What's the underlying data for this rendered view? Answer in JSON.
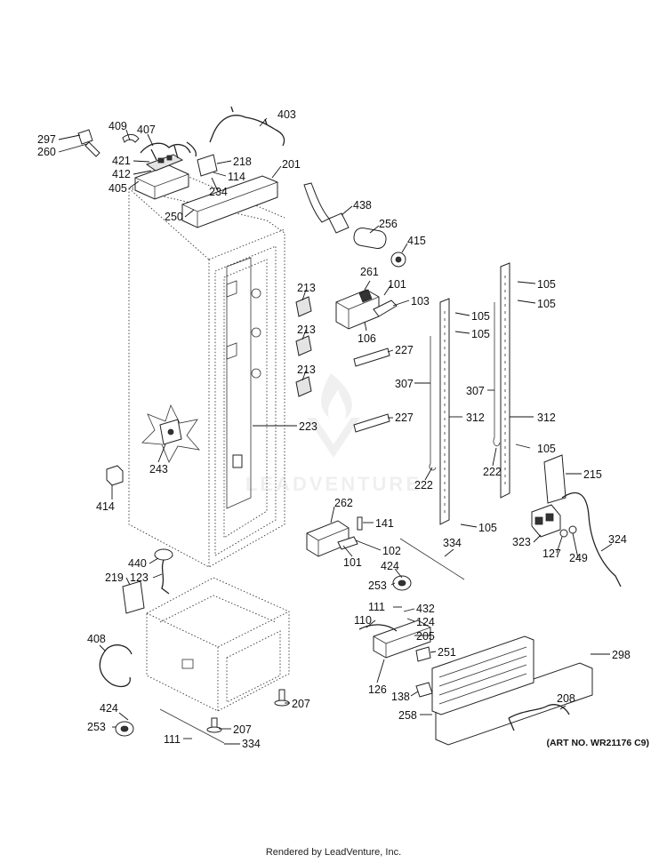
{
  "art_number": "(ART NO. WR21176 C9)",
  "footer_text": "Rendered by LeadVenture, Inc.",
  "watermark_text": "LEADVENTURE",
  "callouts": [
    {
      "id": "c297",
      "label": "297"
    },
    {
      "id": "c260",
      "label": "260"
    },
    {
      "id": "c409",
      "label": "409"
    },
    {
      "id": "c407",
      "label": "407"
    },
    {
      "id": "c421",
      "label": "421"
    },
    {
      "id": "c412",
      "label": "412"
    },
    {
      "id": "c405",
      "label": "405"
    },
    {
      "id": "c403",
      "label": "403"
    },
    {
      "id": "c218",
      "label": "218"
    },
    {
      "id": "c114",
      "label": "114"
    },
    {
      "id": "c234",
      "label": "234"
    },
    {
      "id": "c201",
      "label": "201"
    },
    {
      "id": "c250",
      "label": "250"
    },
    {
      "id": "c438",
      "label": "438"
    },
    {
      "id": "c256",
      "label": "256"
    },
    {
      "id": "c415",
      "label": "415"
    },
    {
      "id": "c261",
      "label": "261"
    },
    {
      "id": "c101a",
      "label": "101"
    },
    {
      "id": "c103",
      "label": "103"
    },
    {
      "id": "c106",
      "label": "106"
    },
    {
      "id": "c213a",
      "label": "213"
    },
    {
      "id": "c213b",
      "label": "213"
    },
    {
      "id": "c213c",
      "label": "213"
    },
    {
      "id": "c227a",
      "label": "227"
    },
    {
      "id": "c227b",
      "label": "227"
    },
    {
      "id": "c223",
      "label": "223"
    },
    {
      "id": "c243",
      "label": "243"
    },
    {
      "id": "c414",
      "label": "414"
    },
    {
      "id": "c105a",
      "label": "105"
    },
    {
      "id": "c105b",
      "label": "105"
    },
    {
      "id": "c105c",
      "label": "105"
    },
    {
      "id": "c105d",
      "label": "105"
    },
    {
      "id": "c105e",
      "label": "105"
    },
    {
      "id": "c105f",
      "label": "105"
    },
    {
      "id": "c307a",
      "label": "307"
    },
    {
      "id": "c307b",
      "label": "307"
    },
    {
      "id": "c312a",
      "label": "312"
    },
    {
      "id": "c312b",
      "label": "312"
    },
    {
      "id": "c222a",
      "label": "222"
    },
    {
      "id": "c222b",
      "label": "222"
    },
    {
      "id": "c215",
      "label": "215"
    },
    {
      "id": "c262",
      "label": "262"
    },
    {
      "id": "c141",
      "label": "141"
    },
    {
      "id": "c102",
      "label": "102"
    },
    {
      "id": "c101b",
      "label": "101"
    },
    {
      "id": "c334a",
      "label": "334"
    },
    {
      "id": "c424a",
      "label": "424"
    },
    {
      "id": "c253a",
      "label": "253"
    },
    {
      "id": "c323",
      "label": "323"
    },
    {
      "id": "c127",
      "label": "127"
    },
    {
      "id": "c249",
      "label": "249"
    },
    {
      "id": "c324",
      "label": "324"
    },
    {
      "id": "c440",
      "label": "440"
    },
    {
      "id": "c123",
      "label": "123"
    },
    {
      "id": "c219",
      "label": "219"
    },
    {
      "id": "c408",
      "label": "408"
    },
    {
      "id": "c424b",
      "label": "424"
    },
    {
      "id": "c253b",
      "label": "253"
    },
    {
      "id": "c111a",
      "label": "111"
    },
    {
      "id": "c334b",
      "label": "334"
    },
    {
      "id": "c207a",
      "label": "207"
    },
    {
      "id": "c207b",
      "label": "207"
    },
    {
      "id": "c111b",
      "label": "111"
    },
    {
      "id": "c432",
      "label": "432"
    },
    {
      "id": "c110",
      "label": "110"
    },
    {
      "id": "c124",
      "label": "124"
    },
    {
      "id": "c205",
      "label": "205"
    },
    {
      "id": "c251",
      "label": "251"
    },
    {
      "id": "c126",
      "label": "126"
    },
    {
      "id": "c138",
      "label": "138"
    },
    {
      "id": "c258",
      "label": "258"
    },
    {
      "id": "c298",
      "label": "298"
    },
    {
      "id": "c208",
      "label": "208"
    }
  ]
}
